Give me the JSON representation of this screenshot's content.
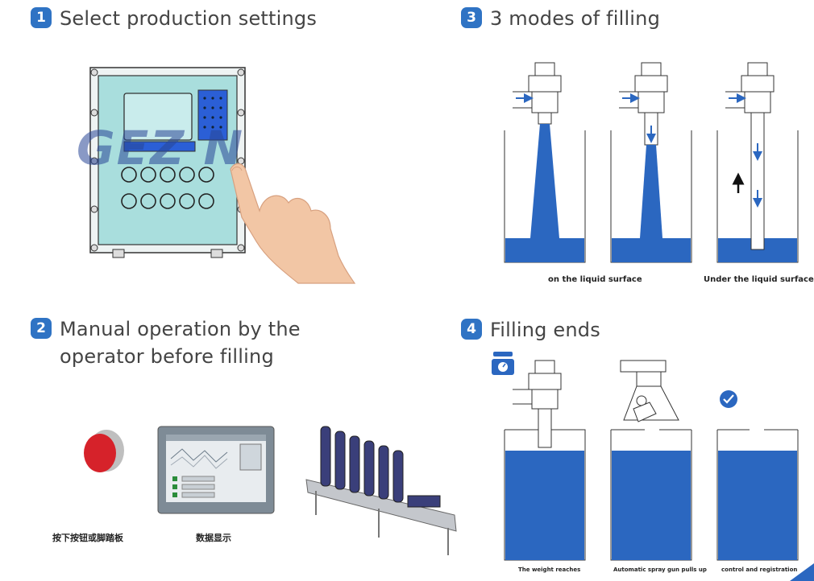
{
  "steps": [
    {
      "num": "1",
      "title": "Select production settings"
    },
    {
      "num": "2",
      "title_line1": "Manual operation by the",
      "title_line2": "operator before filling"
    },
    {
      "num": "3",
      "title": "3 modes of filling"
    },
    {
      "num": "4",
      "title": "Filling ends"
    }
  ],
  "watermark": "GEZ  N",
  "captions": {
    "mode1": "on the liquid surface",
    "mode3": "Under the liquid surface",
    "button": "按下按钮或脚踏板",
    "display": "数据显示",
    "end1": "The weight reaches",
    "end2": "Automatic spray gun pulls up",
    "end3": "control and registration"
  },
  "colors": {
    "accent": "#2f73c4",
    "liquid": "#2b67c0",
    "panel": "#a9dedd"
  }
}
